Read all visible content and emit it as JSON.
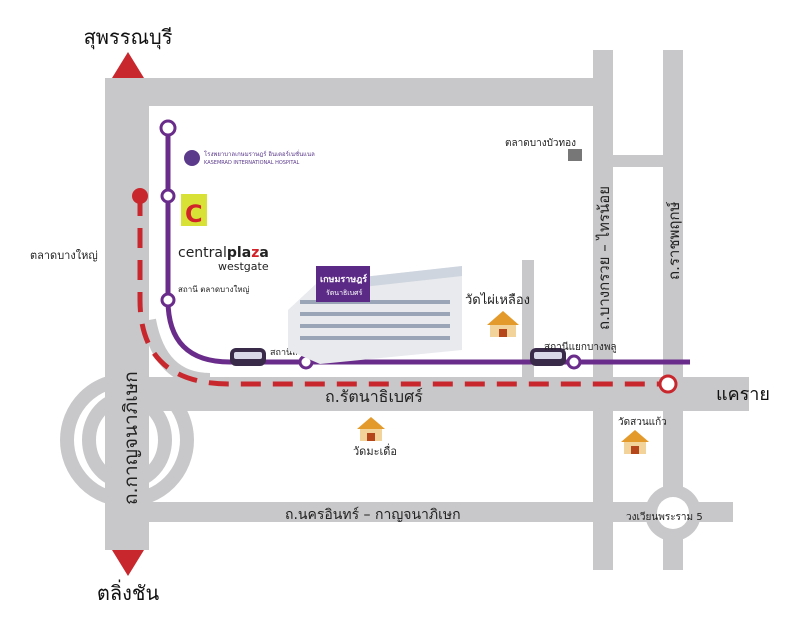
{
  "directions": {
    "north": "สุพรรณบุรี",
    "south": "ตลิ่งชัน",
    "east": "แคราย"
  },
  "roads": {
    "west_vertical": "ถ.กาญจนาภิเษก",
    "main_horizontal": "ถ.รัตนาธิเบศร์",
    "bottom_horizontal": "ถ.นครอินทร์ – กาญจนาภิเษก",
    "east_inner": "ถ.บางกรวย – ไทรน้อย",
    "east_outer": "ถ.ราชพฤกษ์"
  },
  "places": {
    "bang_yai_market": "ตลาดบางใหญ่",
    "bua_thong_market": "ตลาดบางบัวทอง",
    "wat_phai_lueang": "วัดไผ่เหลือง",
    "wat_mathue": "วัดมะเดื่อ",
    "wat_suan_kaeo": "วัดสวนแก้ว",
    "rama5_circle": "วงเวียนพระราม 5"
  },
  "stations": {
    "bang_yai": "สถานี ตลาดบางใหญ่",
    "sam_yaek_bang_yai": "สถานีสามแยกบางใหญ่",
    "yaek_bang_phlu": "สถานีแยกบางพลู"
  },
  "landmarks": {
    "hospital_name": "โรงพยาบาลเกษมราษฎร์ อินเตอร์เนชั่นแนล",
    "hospital_name_en": "KASEMRAD INTERNATIONAL HOSPITAL",
    "hospital_sign": "เกษมราษฎร์",
    "hospital_sign_sub": "รัตนาธิเบศร์",
    "central_brand_1": "central",
    "central_brand_2": "pla",
    "central_brand_3": "z",
    "central_brand_4": "a",
    "central_sub": "westgate",
    "bigc_text": "C"
  },
  "colors": {
    "road": "#c8c8ca",
    "purple_line": "#6a2c8a",
    "red_line": "#c8282d",
    "arrow": "#c8282d"
  }
}
